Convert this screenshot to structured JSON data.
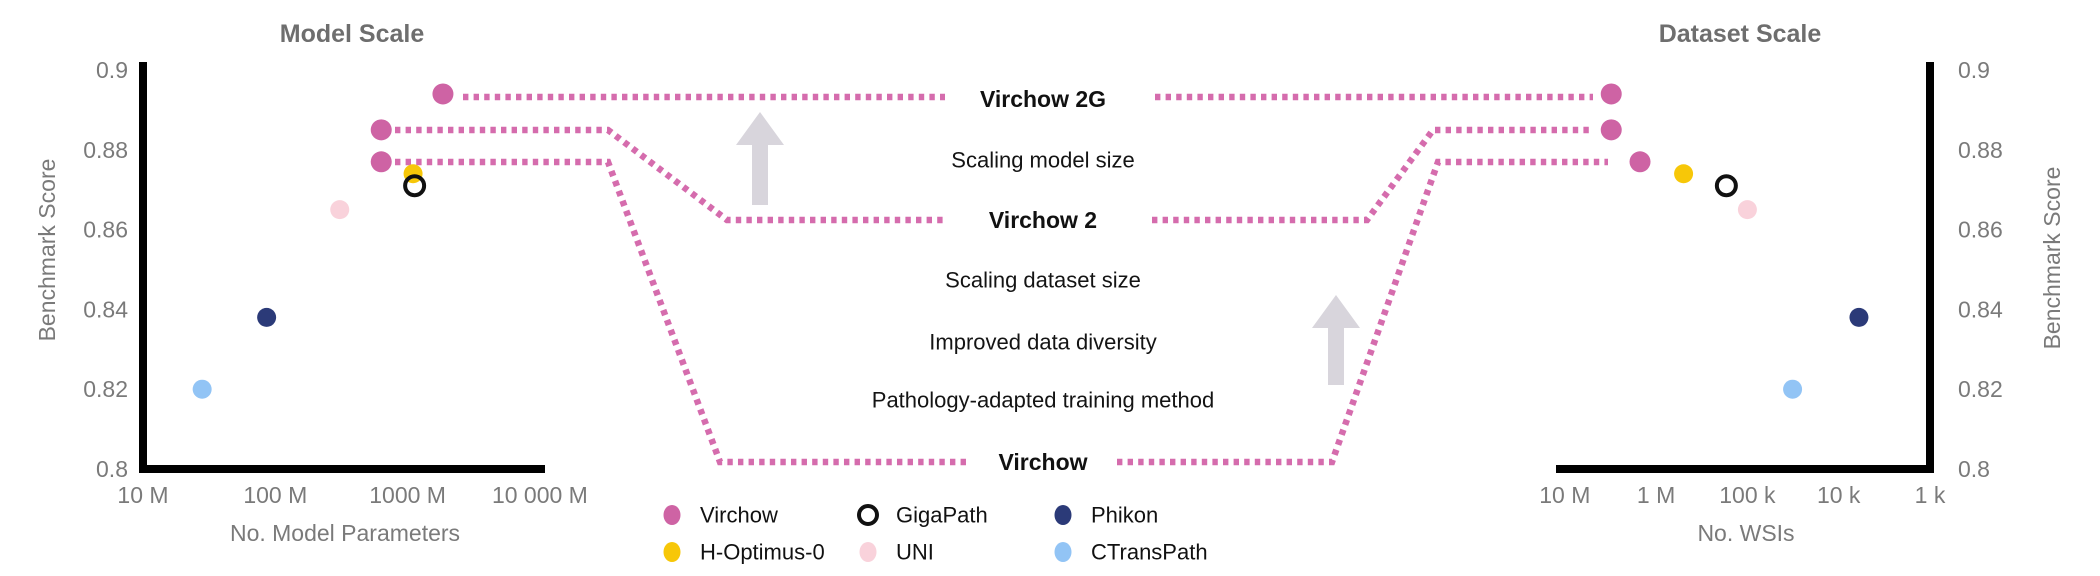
{
  "figure": {
    "left_plot": {
      "title": "Model Scale",
      "xlabel": "No. Model Parameters",
      "ylabel": "Benchmark Score",
      "x_ticks": [
        "10 M",
        "100 M",
        "1000 M",
        "10 000 M"
      ],
      "y_ticks": [
        "0.9",
        "0.88",
        "0.86",
        "0.84",
        "0.82",
        "0.8"
      ]
    },
    "right_plot": {
      "title": "Dataset Scale",
      "xlabel": "No. WSIs",
      "ylabel": "Benchmark Score",
      "x_ticks": [
        "10 M",
        "1 M",
        "100 k",
        "10 k",
        "1 k"
      ],
      "y_ticks": [
        "0.9",
        "0.88",
        "0.86",
        "0.84",
        "0.82",
        "0.8"
      ]
    },
    "annotations": {
      "rows": [
        {
          "text": "Virchow 2G",
          "bold": true
        },
        {
          "text": "Scaling model size",
          "bold": false
        },
        {
          "text": "Virchow 2",
          "bold": true
        },
        {
          "text": "Scaling dataset size",
          "bold": false
        },
        {
          "text": "Improved data diversity",
          "bold": false
        },
        {
          "text": "Pathology-adapted training method",
          "bold": false
        },
        {
          "text": "Virchow",
          "bold": true
        }
      ]
    },
    "legend": {
      "items": [
        {
          "label": "Virchow",
          "marker": "filled",
          "color": "#CE63A4"
        },
        {
          "label": "H-Optimus-0",
          "marker": "filled",
          "color": "#F7C708"
        },
        {
          "label": "GigaPath",
          "marker": "open",
          "color": "#111111"
        },
        {
          "label": "UNI",
          "marker": "filled",
          "color": "#F9D2DB"
        },
        {
          "label": "Phikon",
          "marker": "filled",
          "color": "#2B3A78"
        },
        {
          "label": "CTransPath",
          "marker": "filled",
          "color": "#92C4F5"
        }
      ]
    }
  },
  "colors": {
    "virchow_magenta": "#CE63A4",
    "dotted_line": "#D56CAD",
    "h_optimus_yellow": "#F7C708",
    "uni_pink": "#F9D2DB",
    "phikon_navy": "#2B3A78",
    "ctranspath_blue": "#92C4F5",
    "gigapath_ring": "#111111",
    "arrow_gray": "#D8D5DC",
    "axis_black": "#000000",
    "label_gray": "#7A7A7A"
  },
  "chart_data": [
    {
      "type": "scatter",
      "title": "Model Scale",
      "xlabel": "No. Model Parameters",
      "ylabel": "Benchmark Score",
      "x_scale": "log",
      "x_unit": "millions of parameters",
      "x_tick_values": [
        10,
        100,
        1000,
        10000
      ],
      "x_tick_labels": [
        "10 M",
        "100 M",
        "1000 M",
        "10 000 M"
      ],
      "y_tick_values": [
        0.9,
        0.88,
        0.86,
        0.84,
        0.82,
        0.8
      ],
      "ylim": [
        0.8,
        0.9
      ],
      "grid": false,
      "points": [
        {
          "name": "CTransPath",
          "x": 28,
          "y": 0.82,
          "color": "#92C4F5",
          "r": 9.5,
          "style": "filled"
        },
        {
          "name": "Phikon",
          "x": 86,
          "y": 0.838,
          "color": "#2B3A78",
          "r": 9.5,
          "style": "filled"
        },
        {
          "name": "UNI",
          "x": 307,
          "y": 0.865,
          "color": "#F9D2DB",
          "r": 9.5,
          "style": "filled"
        },
        {
          "name": "Virchow",
          "x": 632,
          "y": 0.877,
          "color": "#CE63A4",
          "r": 10.5,
          "style": "filled"
        },
        {
          "name": "Virchow 2",
          "x": 632,
          "y": 0.885,
          "color": "#CE63A4",
          "r": 10.5,
          "style": "filled"
        },
        {
          "name": "Virchow 2G",
          "x": 1850,
          "y": 0.894,
          "color": "#CE63A4",
          "r": 10.5,
          "style": "filled"
        },
        {
          "name": "H-Optimus-0",
          "x": 1100,
          "y": 0.874,
          "color": "#F7C708",
          "r": 9.5,
          "style": "filled"
        },
        {
          "name": "GigaPath",
          "x": 1130,
          "y": 0.871,
          "color": "#111111",
          "r": 9.5,
          "style": "open"
        }
      ]
    },
    {
      "type": "scatter",
      "title": "Dataset Scale",
      "xlabel": "No. WSIs",
      "ylabel": "Benchmark Score",
      "x_scale": "log-reversed",
      "x_unit": "thousands of WSIs",
      "x_tick_values": [
        10000,
        1000,
        100,
        10,
        1
      ],
      "x_tick_labels": [
        "10 M",
        "1 M",
        "100 k",
        "10 k",
        "1 k"
      ],
      "y_tick_values": [
        0.9,
        0.88,
        0.86,
        0.84,
        0.82,
        0.8
      ],
      "ylim": [
        0.8,
        0.9
      ],
      "grid": false,
      "points": [
        {
          "name": "CTransPath",
          "x": 32,
          "y": 0.82,
          "color": "#92C4F5",
          "r": 9.5,
          "style": "filled"
        },
        {
          "name": "Phikon",
          "x": 6,
          "y": 0.838,
          "color": "#2B3A78",
          "r": 9.5,
          "style": "filled"
        },
        {
          "name": "UNI",
          "x": 100,
          "y": 0.865,
          "color": "#F9D2DB",
          "r": 9.5,
          "style": "filled"
        },
        {
          "name": "Virchow",
          "x": 1500,
          "y": 0.877,
          "color": "#CE63A4",
          "r": 10.5,
          "style": "filled"
        },
        {
          "name": "Virchow 2",
          "x": 3100,
          "y": 0.885,
          "color": "#CE63A4",
          "r": 10.5,
          "style": "filled"
        },
        {
          "name": "Virchow 2G",
          "x": 3100,
          "y": 0.894,
          "color": "#CE63A4",
          "r": 10.5,
          "style": "filled"
        },
        {
          "name": "H-Optimus-0",
          "x": 500,
          "y": 0.874,
          "color": "#F7C708",
          "r": 9.5,
          "style": "filled"
        },
        {
          "name": "GigaPath",
          "x": 170,
          "y": 0.871,
          "color": "#111111",
          "r": 9.5,
          "style": "open"
        }
      ]
    }
  ]
}
